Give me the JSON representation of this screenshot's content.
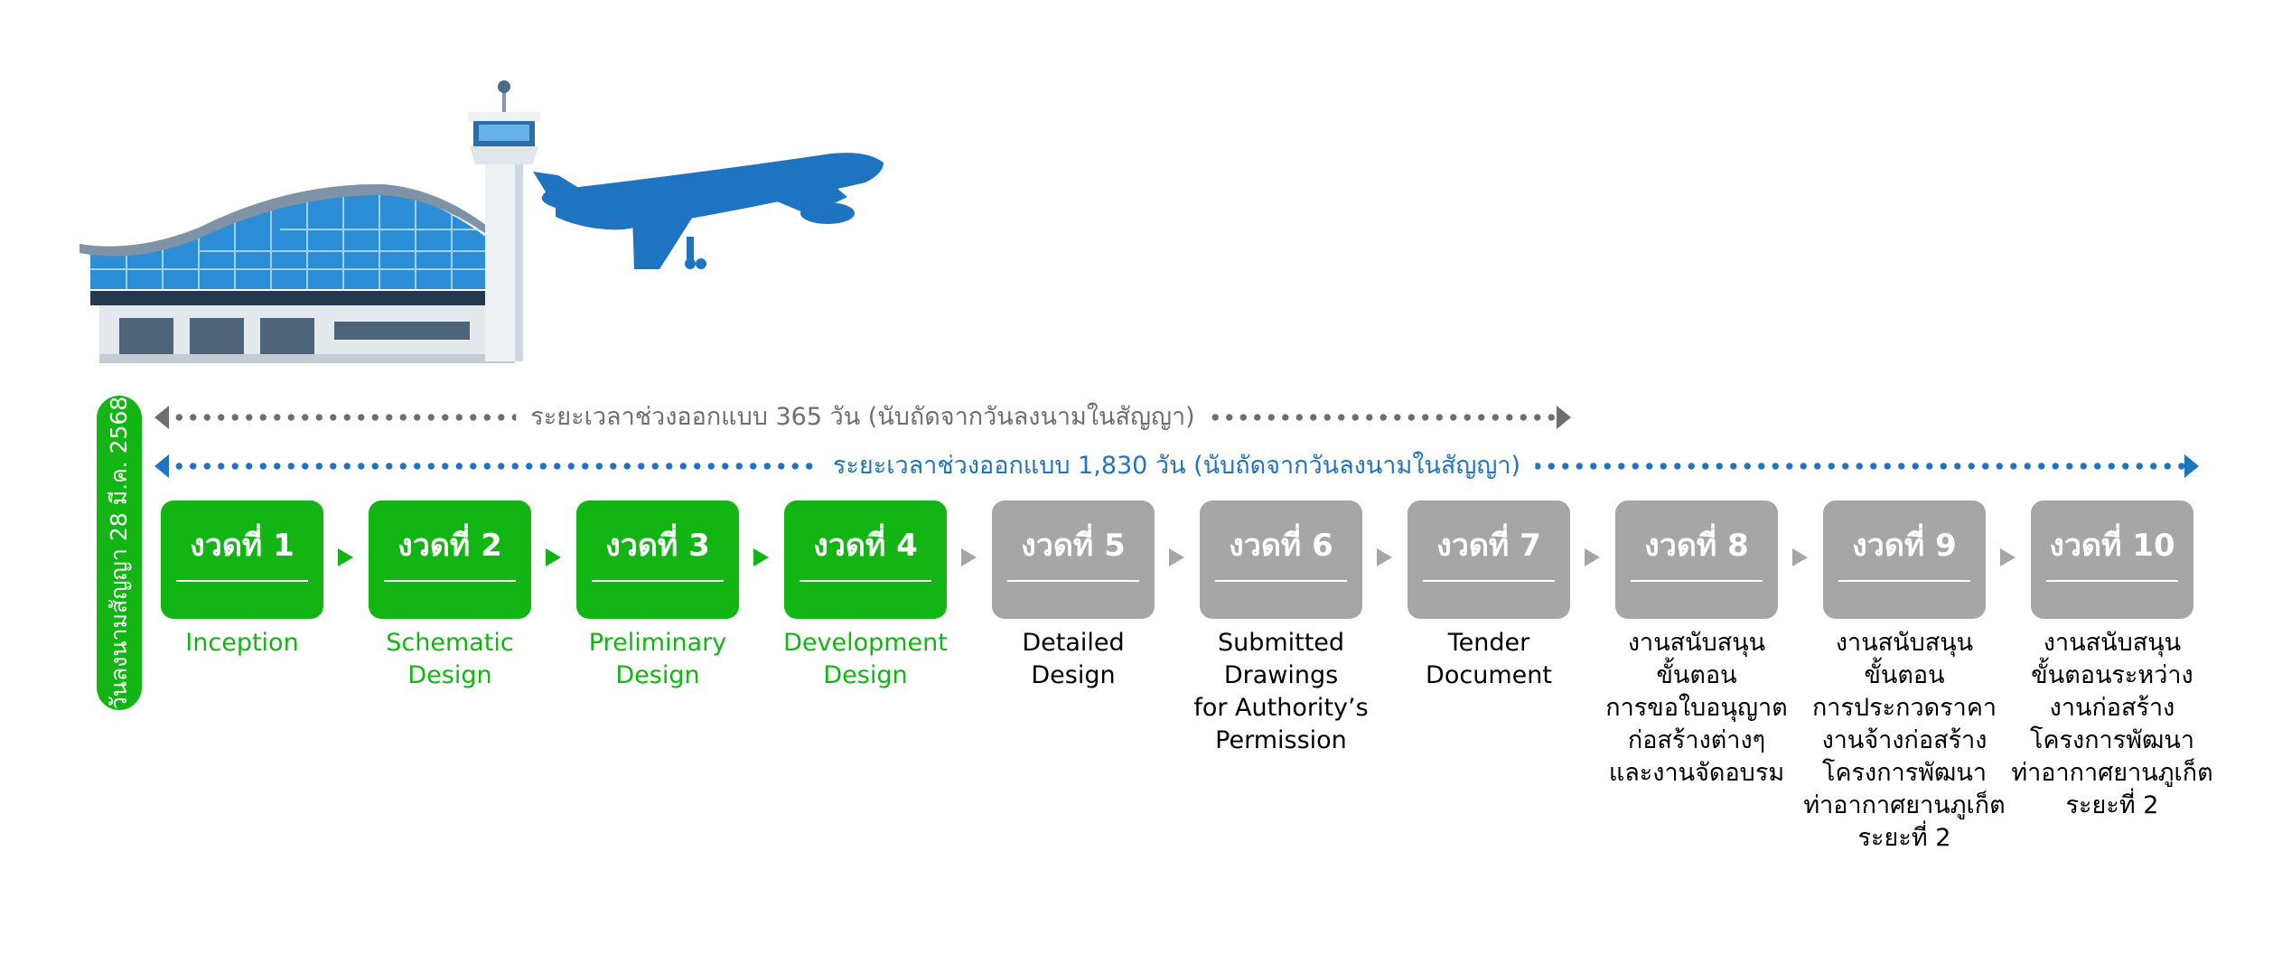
{
  "contract_signing": "วันลงนามสัญญา 28 มี.ค. 2568",
  "spans": {
    "short": {
      "label": "ระยะเวลาช่วงออกแบบ 365 วัน (นับถัดจากวันลงนามในสัญญา)",
      "color": "#6e6e6e"
    },
    "long": {
      "label": "ระยะเวลาช่วงออกแบบ 1,830 วัน (นับถัดจากวันลงนามในสัญญา)",
      "color": "#1f74c2"
    }
  },
  "colors": {
    "completed": "#12b513",
    "pending": "#a6a6a6",
    "accent_blue": "#1f74c2"
  },
  "icons": [
    "airport-terminal-icon",
    "control-tower-icon",
    "airplane-icon"
  ],
  "phases": [
    {
      "title": "งวดที่ 1",
      "status": "completed",
      "description": "Inception"
    },
    {
      "title": "งวดที่ 2",
      "status": "completed",
      "description": "Schematic\nDesign"
    },
    {
      "title": "งวดที่ 3",
      "status": "completed",
      "description": "Preliminary\nDesign"
    },
    {
      "title": "งวดที่ 4",
      "status": "completed",
      "description": "Development\nDesign"
    },
    {
      "title": "งวดที่ 5",
      "status": "pending",
      "description": "Detailed\nDesign"
    },
    {
      "title": "งวดที่ 6",
      "status": "pending",
      "description": "Submitted\nDrawings\nfor Authority’s\nPermission"
    },
    {
      "title": "งวดที่ 7",
      "status": "pending",
      "description": "Tender\nDocument"
    },
    {
      "title": "งวดที่ 8",
      "status": "pending",
      "description": "งานสนับสนุน\nขั้นตอน\nการขอใบอนุญาต\nก่อสร้างต่างๆ\nและงานจัดอบรม"
    },
    {
      "title": "งวดที่ 9",
      "status": "pending",
      "description": "งานสนับสนุน\nขั้นตอน\nการประกวดราคา\nงานจ้างก่อสร้าง\nโครงการพัฒนา\nท่าอากาศยานภูเก็ต\nระยะที่ 2"
    },
    {
      "title": "งวดที่ 10",
      "status": "pending",
      "description": "งานสนับสนุน\nขั้นตอนระหว่าง\nงานก่อสร้าง\nโครงการพัฒนา\nท่าอากาศยานภูเก็ต\nระยะที่ 2"
    }
  ]
}
